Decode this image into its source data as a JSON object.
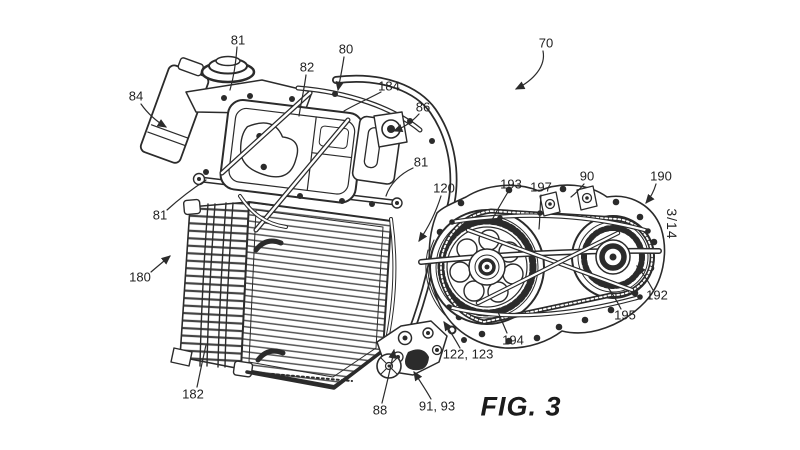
{
  "figure": {
    "title": "FIG. 3",
    "sheet": "3/14",
    "description": "Patent line drawing of a powertrain: engine with frame members and radiator on the left, CVT belt transmission with pulleys on the right"
  },
  "colors": {
    "ink": "#2b2b2b",
    "background": "#ffffff"
  },
  "ref_labels": [
    {
      "id": "81-top",
      "text": "81"
    },
    {
      "id": "80",
      "text": "80"
    },
    {
      "id": "82",
      "text": "82"
    },
    {
      "id": "184",
      "text": "184"
    },
    {
      "id": "86",
      "text": "86"
    },
    {
      "id": "70",
      "text": "70"
    },
    {
      "id": "84",
      "text": "84"
    },
    {
      "id": "81-mid",
      "text": "81"
    },
    {
      "id": "81-left",
      "text": "81"
    },
    {
      "id": "180",
      "text": "180"
    },
    {
      "id": "120",
      "text": "120"
    },
    {
      "id": "193",
      "text": "193"
    },
    {
      "id": "197",
      "text": "197"
    },
    {
      "id": "90",
      "text": "90"
    },
    {
      "id": "190",
      "text": "190"
    },
    {
      "id": "192",
      "text": "192"
    },
    {
      "id": "195",
      "text": "195"
    },
    {
      "id": "194",
      "text": "194"
    },
    {
      "id": "122-123",
      "text": "122, 123"
    },
    {
      "id": "91-93",
      "text": "91, 93"
    },
    {
      "id": "88",
      "text": "88"
    },
    {
      "id": "182",
      "text": "182"
    }
  ]
}
